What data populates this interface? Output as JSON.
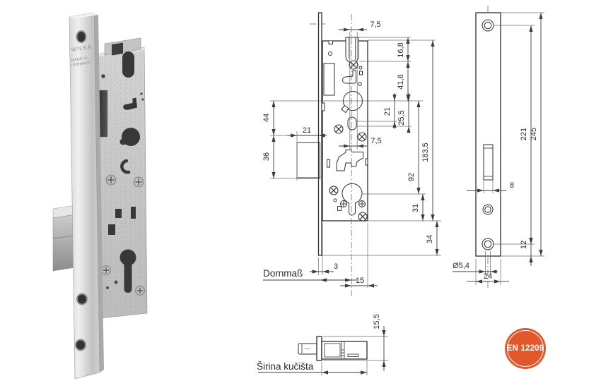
{
  "photo": {
    "brand": "WILKA",
    "made_in_line1": "MADE IN",
    "made_in_line2": "GERMANY"
  },
  "front_view": {
    "dornmass_label": "Dornmaß",
    "dim_75_top": "7,5",
    "dim_168": "16,8",
    "dim_418": "41,8",
    "dim_44": "44",
    "dim_21_throw": "21",
    "dim_21_centers": "21",
    "dim_255": "25,5",
    "dim_36": "36",
    "dim_75_mid": "7,5",
    "dim_92": "92",
    "dim_1835": "183,5",
    "dim_31": "31",
    "dim_34": "34",
    "dim_3": "3",
    "dim_15": "15"
  },
  "faceplate_view": {
    "dim_221": "221",
    "dim_245": "245",
    "dim_8": "8",
    "dim_12": "12",
    "dim_dia": "Ø5,4",
    "dim_24": "24"
  },
  "side_view": {
    "label": "Širina kučišta",
    "dim_155": "15,5"
  },
  "badge": {
    "text": "EN 12209",
    "color": "#e2582b"
  },
  "colors": {
    "line_dark": "#2e2e2e",
    "line_dim": "#3c3c3c",
    "steel_light": "#e8e8e8",
    "steel_dark": "#8d8d8d"
  }
}
